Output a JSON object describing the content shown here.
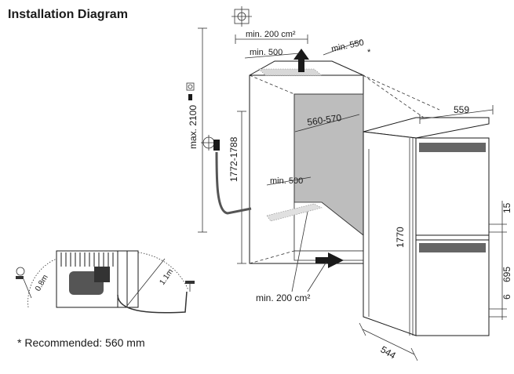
{
  "title": "Installation Diagram",
  "footnote": "* Recommended: 560 mm",
  "labels": {
    "min_200_top": "min. 200 cm²",
    "min_500_top": "min. 500",
    "min_550": "min. 550",
    "star": "*",
    "max_2100": "max. 2100",
    "h_1772": "1772-1788",
    "w_560": "560-570",
    "min_500_inner": "min. 500",
    "min_200_bottom": "min. 200 cm²",
    "w_559": "559",
    "h_1770": "1770",
    "d_15": "15",
    "d_695": "695",
    "d_6": "6",
    "d_544": "544",
    "len_08": "0.8m",
    "len_11": "1.1m"
  },
  "colors": {
    "niche": "#bdbdbd",
    "line": "#1a1a1a",
    "hose": "#555555"
  }
}
